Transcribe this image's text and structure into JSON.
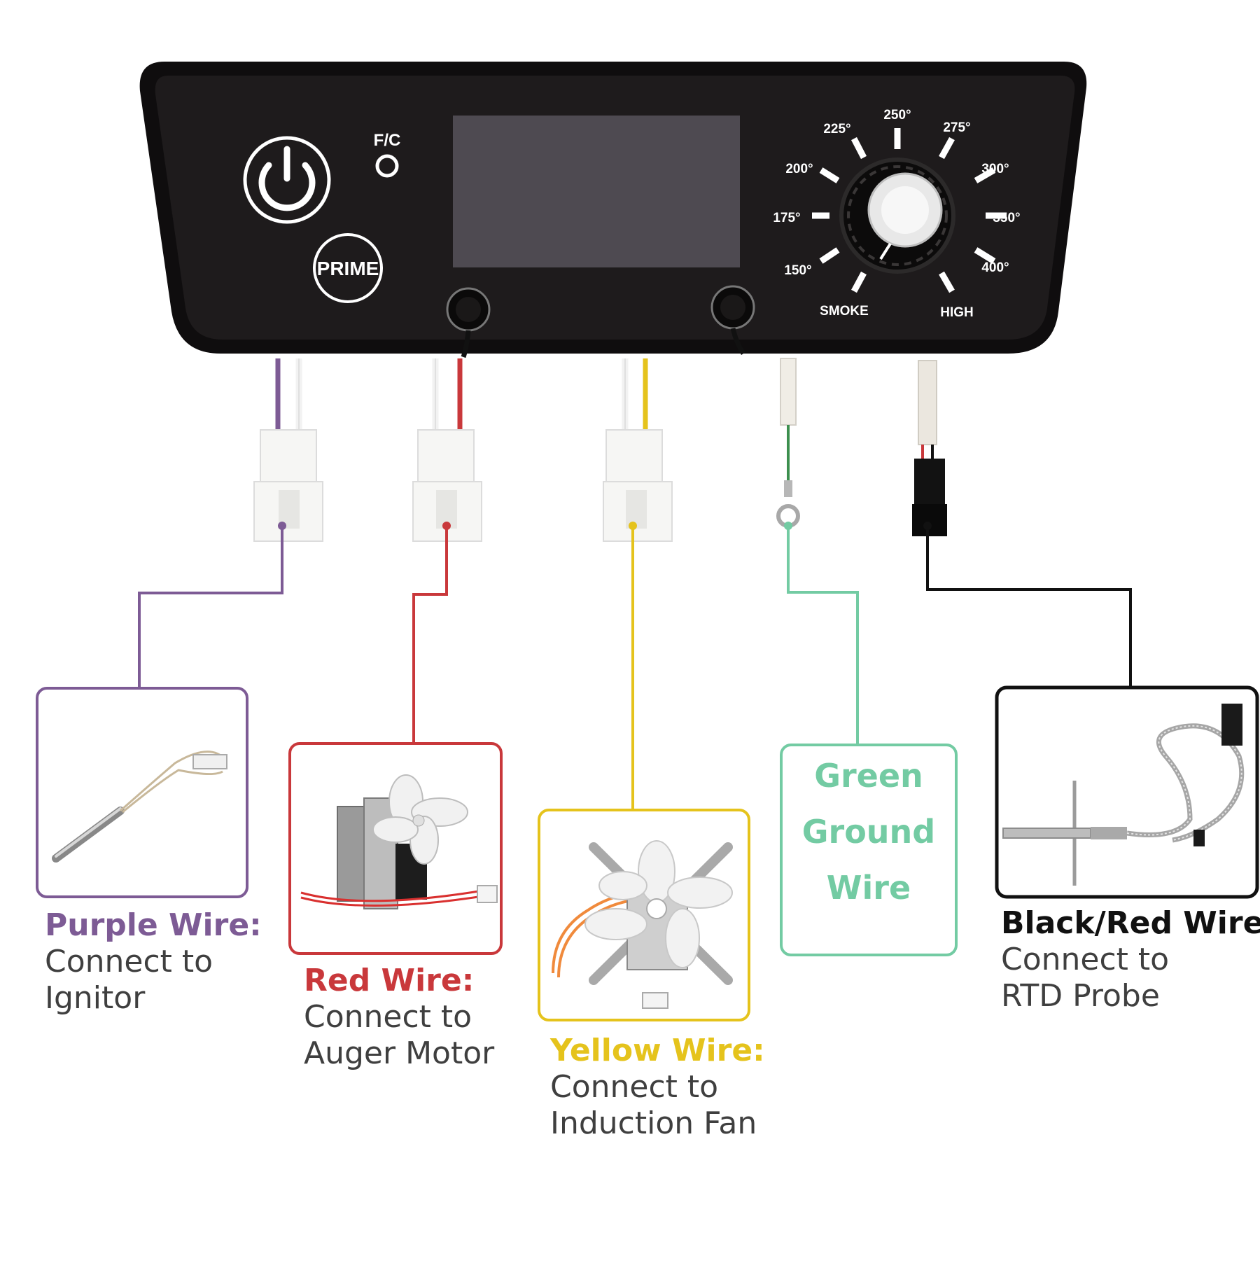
{
  "panel": {
    "power_label": "⏻",
    "prime_label": "PRIME",
    "fc_label": "F/C",
    "dial_labels": {
      "t150": "150°",
      "t175": "175°",
      "t200": "200°",
      "t225": "225°",
      "t250": "250°",
      "t275": "275°",
      "t300": "300°",
      "t350": "350°",
      "t400": "400°",
      "smoke": "SMOKE",
      "high": "HIGH"
    }
  },
  "colors": {
    "purple": "#7d5b95",
    "red": "#c9383b",
    "yellow": "#e5c31c",
    "green": "#73cba3",
    "black": "#111111",
    "panel": "#1e1b1c",
    "screen": "#4e4a51"
  },
  "connections": [
    {
      "id": "purple",
      "title": "Purple Wire:",
      "line1": "Connect to",
      "line2": "Ignitor",
      "icon": "ignitor-rod-icon"
    },
    {
      "id": "red",
      "title": "Red Wire:",
      "line1": "Connect to",
      "line2": "Auger Motor",
      "icon": "auger-motor-icon"
    },
    {
      "id": "yellow",
      "title": "Yellow Wire:",
      "line1": "Connect to",
      "line2": "Induction Fan",
      "icon": "induction-fan-icon"
    },
    {
      "id": "green",
      "title": "",
      "lines": [
        "Green",
        "Ground",
        "Wire"
      ],
      "icon": "ring-terminal-icon"
    },
    {
      "id": "black",
      "title": "Black/Red Wire:",
      "line1": "Connect to",
      "line2": "RTD Probe",
      "icon": "rtd-probe-icon"
    }
  ]
}
